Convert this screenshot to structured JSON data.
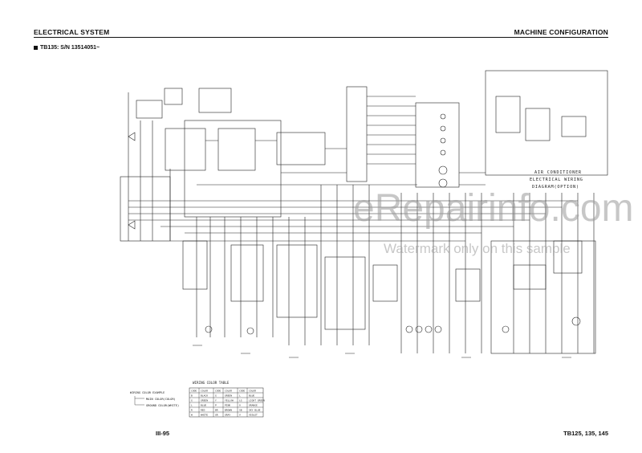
{
  "header": {
    "left_title": "ELECTRICAL SYSTEM",
    "right_title": "MACHINE CONFIGURATION",
    "model_line": "TB135: S/N 13514051~"
  },
  "footer": {
    "page_number": "III-95",
    "models": "TB125, 135, 145"
  },
  "watermark": {
    "brand": "eRepairinfo.com",
    "notice": "Watermark only on this sample"
  },
  "diagram": {
    "air_conditioner_caption": [
      "AIR CONDITIONER",
      "ELECTRICAL WIRING",
      "DIAGRAM(OPTION)"
    ],
    "wiring_color_table": {
      "title": "WIRING COLOR TABLE",
      "example_label": "WIRING COLOR EXAMPLE",
      "main_color_label": "MAIN COLOR(COLOR)",
      "ground_color_label": "GROUND COLOR(WHITE)",
      "headers": [
        "CODE",
        "COLOR",
        "CODE",
        "COLOR",
        "CODE",
        "COLOR"
      ],
      "rows": [
        [
          "B",
          "BLACK",
          "G",
          "GREEN",
          "L",
          "BLUE"
        ],
        [
          "G",
          "GREEN",
          "Y",
          "YELLOW",
          "LG",
          "LIGHT GREEN"
        ],
        [
          "L",
          "BLUE",
          "P",
          "PINK",
          "O",
          "ORANGE"
        ],
        [
          "R",
          "RED",
          "BR",
          "BROWN",
          "SB",
          "SKY BLUE"
        ],
        [
          "W",
          "WHITE",
          "GR",
          "GRAY",
          "V",
          "VIOLET"
        ]
      ]
    }
  }
}
